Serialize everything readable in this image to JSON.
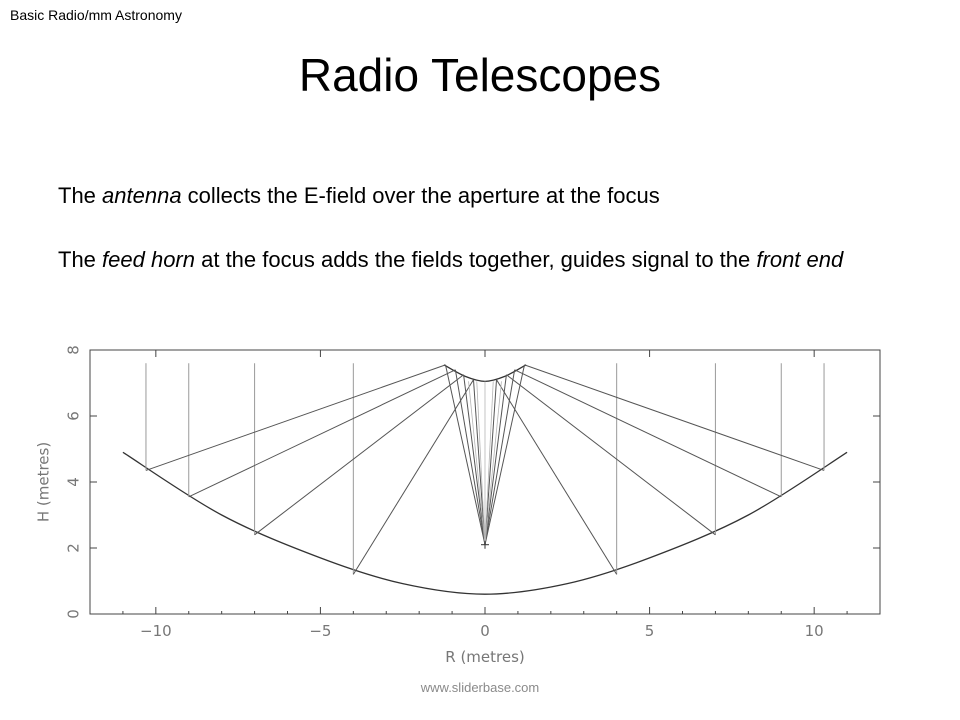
{
  "header": {
    "label": "Basic Radio/mm Astronomy"
  },
  "slide": {
    "title": "Radio Telescopes",
    "paragraph1": [
      {
        "text": "The ",
        "italic": false
      },
      {
        "text": "antenna",
        "italic": true
      },
      {
        "text": " collects the E-field over the aperture at the focus",
        "italic": false
      }
    ],
    "paragraph2": [
      {
        "text": "The ",
        "italic": false
      },
      {
        "text": "feed horn",
        "italic": true
      },
      {
        "text": " at the focus adds the fields together, guides signal to the ",
        "italic": false
      },
      {
        "text": "front end",
        "italic": true
      }
    ]
  },
  "chart_data": {
    "type": "line",
    "xlabel": "R (metres)",
    "ylabel": "H (metres)",
    "xlim": [
      -12,
      12
    ],
    "ylim": [
      0,
      8
    ],
    "x_ticks": [
      -10,
      -5,
      0,
      5,
      10
    ],
    "y_ticks": [
      0,
      2,
      4,
      6,
      8
    ],
    "dish_curve": [
      [
        -11,
        4.9
      ],
      [
        -8,
        3.0
      ],
      [
        -5,
        1.7
      ],
      [
        -2.5,
        0.92
      ],
      [
        0,
        0.6
      ],
      [
        2.5,
        0.92
      ],
      [
        5,
        1.7
      ],
      [
        8,
        3.0
      ],
      [
        11,
        4.9
      ]
    ],
    "subreflector_curve": [
      [
        -1.25,
        7.55
      ],
      [
        -0.6,
        7.2
      ],
      [
        0,
        7.05
      ],
      [
        0.6,
        7.2
      ],
      [
        1.25,
        7.55
      ]
    ],
    "focus_point": [
      0,
      2.1
    ],
    "ray_hit_points": [
      [
        -10.3,
        4.35
      ],
      [
        -9.0,
        3.55
      ],
      [
        -7.0,
        2.4
      ],
      [
        -4.0,
        1.2
      ],
      [
        4.0,
        1.2
      ],
      [
        7.0,
        2.4
      ],
      [
        9.0,
        3.55
      ],
      [
        10.3,
        4.35
      ]
    ],
    "incoming_ray_top": 7.6,
    "subreflector_hits": [
      [
        -1.2,
        7.55
      ],
      [
        -0.9,
        7.4
      ],
      [
        -0.65,
        7.25
      ],
      [
        -0.35,
        7.1
      ],
      [
        0.35,
        7.1
      ],
      [
        0.65,
        7.25
      ],
      [
        0.9,
        7.4
      ],
      [
        1.2,
        7.55
      ]
    ],
    "faint_rays_top": [
      -0.5,
      -0.25,
      0,
      0.25,
      0.5
    ]
  },
  "footer": {
    "watermark": "www.sliderbase.com"
  },
  "colors": {
    "axis": "#444444",
    "curve": "#333333",
    "ray": "#555555",
    "incoming": "#9a9a9a",
    "axis_label": "#777777"
  }
}
